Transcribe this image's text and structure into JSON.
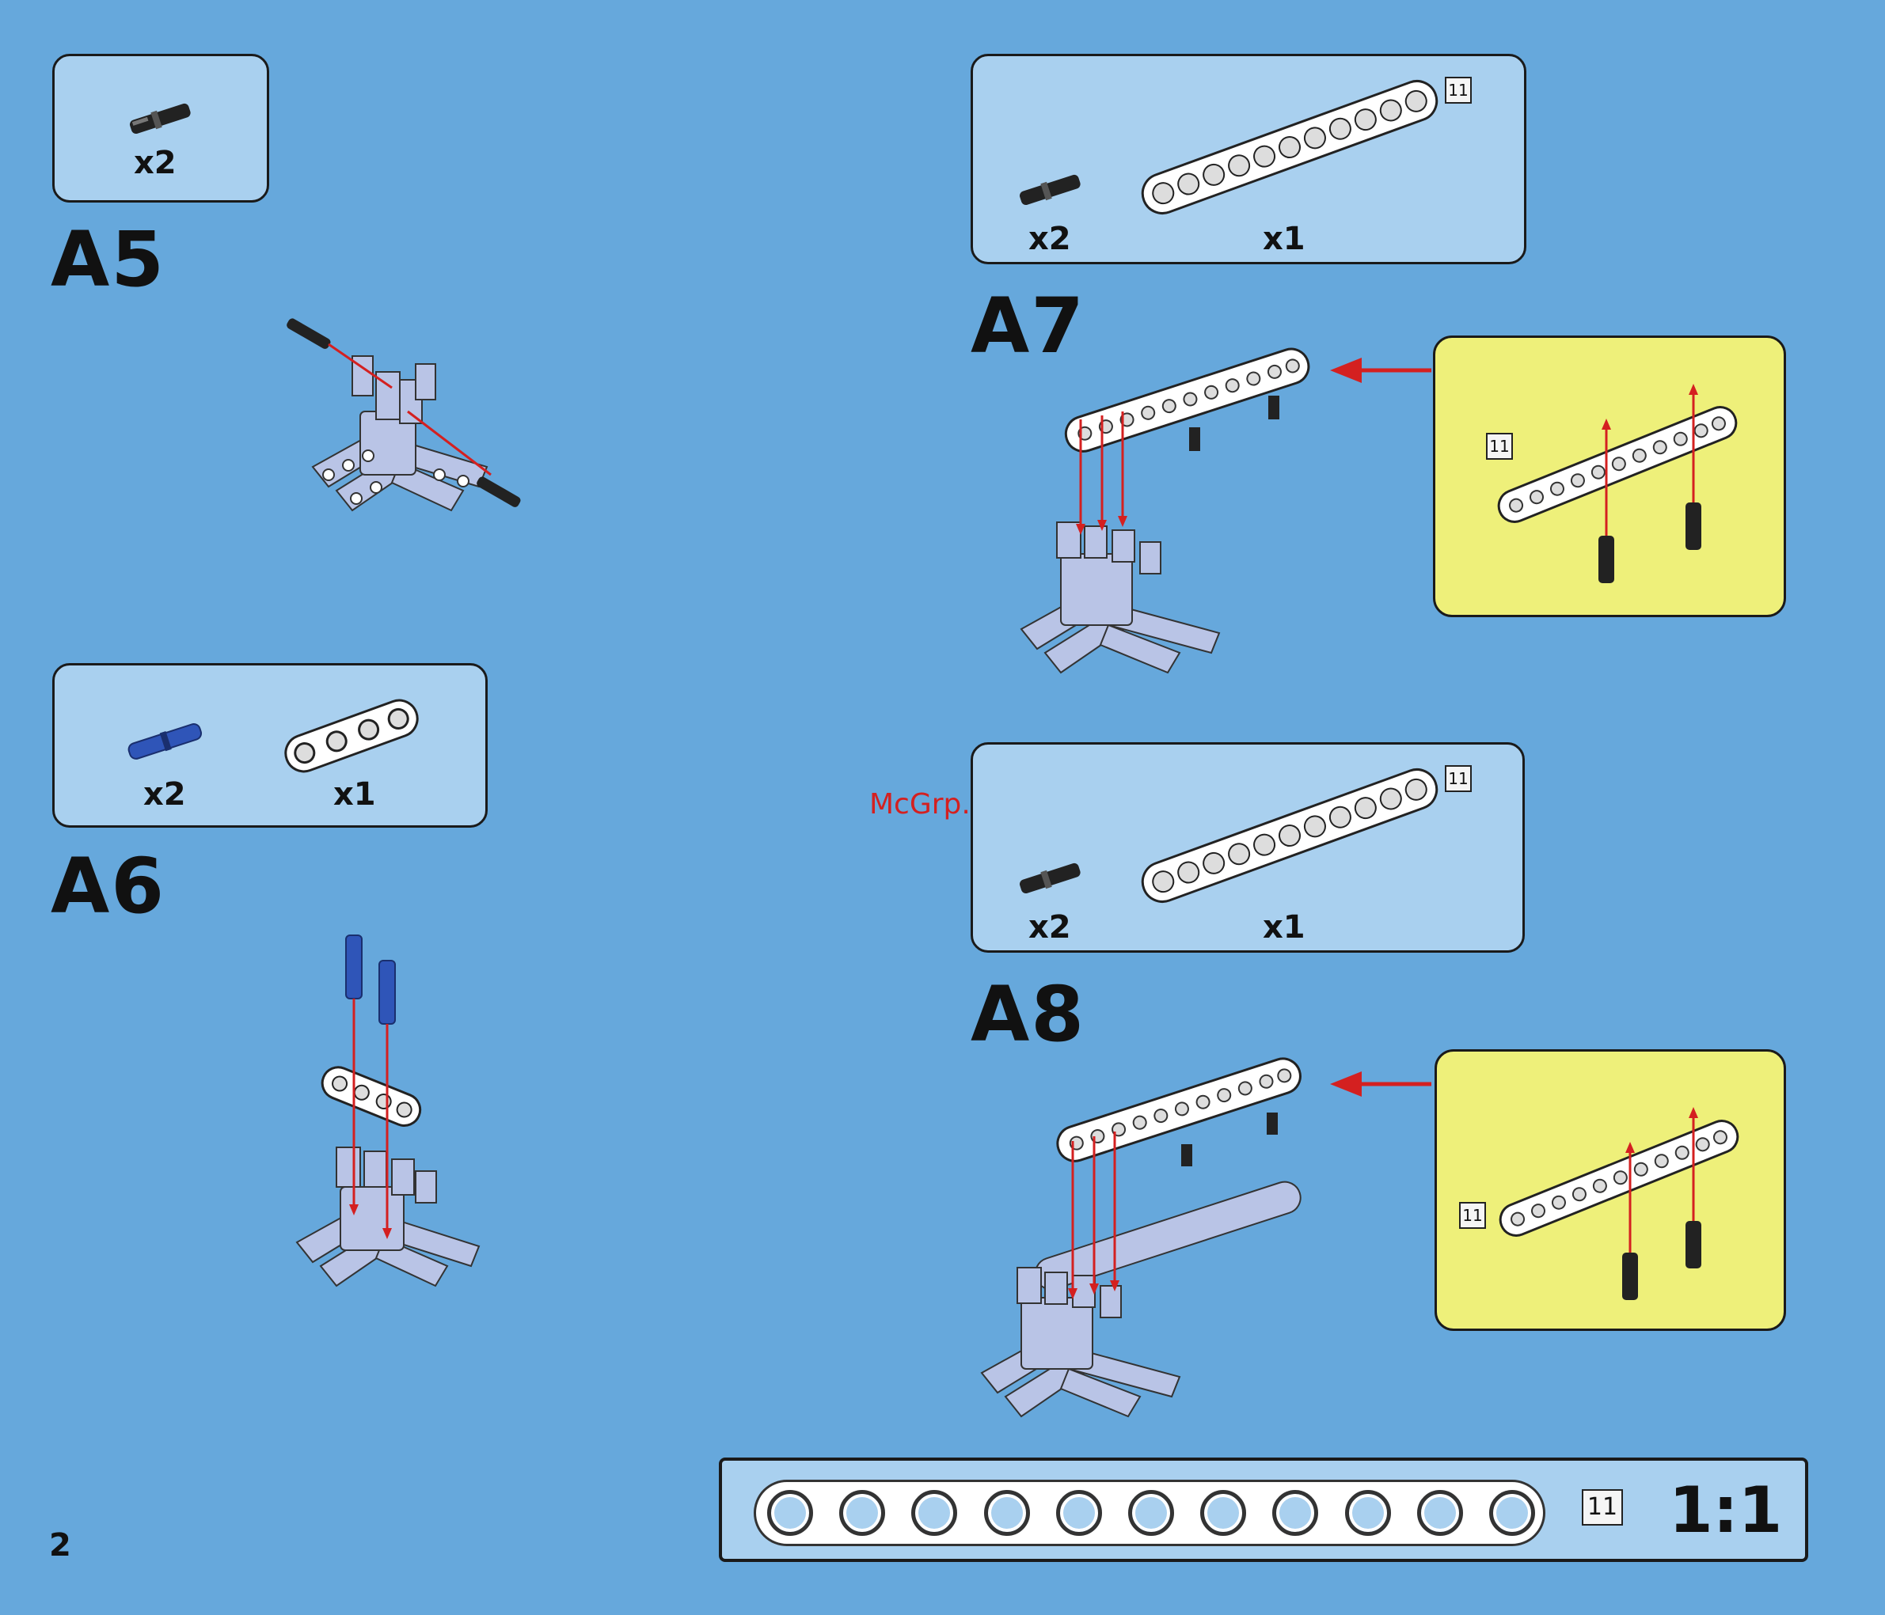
{
  "page_number": "2",
  "watermark": "McGrp.Ru",
  "steps": {
    "a5": {
      "label": "A5",
      "parts": [
        {
          "icon": "black-pin-icon",
          "qty": "x2"
        }
      ]
    },
    "a6": {
      "label": "A6",
      "parts": [
        {
          "icon": "blue-pin-icon",
          "qty": "x2"
        },
        {
          "icon": "white-short-beam-icon",
          "qty": "x1"
        }
      ]
    },
    "a7": {
      "label": "A7",
      "parts": [
        {
          "icon": "black-pin-icon",
          "qty": "x2"
        },
        {
          "icon": "white-beam-11-icon",
          "qty": "x1"
        }
      ],
      "beam_length_badge": "11",
      "callout_badge": "11"
    },
    "a8": {
      "label": "A8",
      "parts": [
        {
          "icon": "black-pin-icon",
          "qty": "x2"
        },
        {
          "icon": "white-beam-11-icon",
          "qty": "x1"
        }
      ],
      "beam_length_badge": "11",
      "callout_badge": "11"
    }
  },
  "ruler": {
    "length_badge": "11",
    "scale": "1:1",
    "hole_count": 11
  },
  "colors": {
    "page_background": "#66a8dc",
    "parts_box": "#a9d0ef",
    "callout_box": "#eef07a",
    "arrow": "#d42020",
    "model_parts": "#b9c4e6"
  }
}
